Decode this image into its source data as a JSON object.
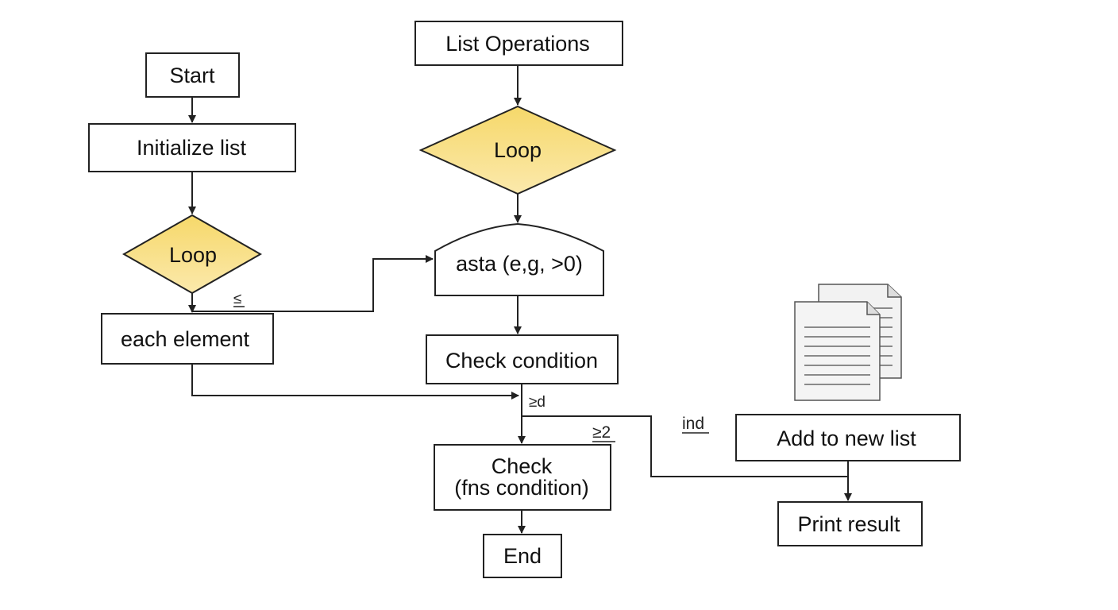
{
  "diagram": {
    "nodes": {
      "start": "Start",
      "init_list": "Initialize list",
      "loop_left": "Loop",
      "each_element": "each element",
      "list_operations": "List Operations",
      "loop_center": "Loop",
      "asta": "asta (e,g, >0)",
      "check_condition": "Check condition",
      "check2_line1": "Check",
      "check2_line2": "(fns condition)",
      "end": "End",
      "add_to_new_list": "Add to new list",
      "print_result": "Print result"
    },
    "edge_labels": {
      "le": "≤",
      "ge_d": "≥d",
      "ge_2": "≥2",
      "ind": "ind"
    },
    "icons": [
      "documents-icon"
    ],
    "colors": {
      "diamond_fill_top": "#F6DA6E",
      "diamond_fill_bottom": "#FBE8A6",
      "stroke": "#222222",
      "doc_fill": "#F2F2F2",
      "doc_lines": "#8A8A8A"
    }
  }
}
